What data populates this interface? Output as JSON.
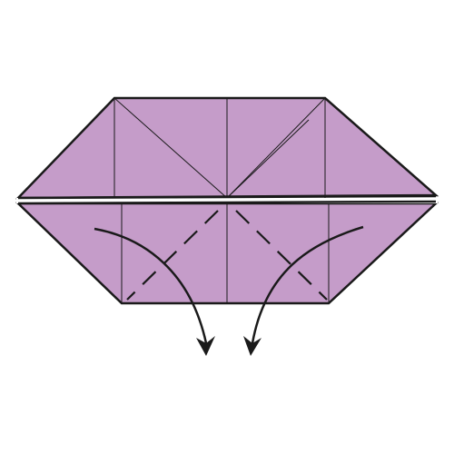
{
  "diagram": {
    "kind": "origami-fold-step",
    "paper_color": "#c59cc9",
    "line_color": "#1a1a1a",
    "background": "#ffffff",
    "upper_flap": {
      "crease_pattern": "double-X"
    },
    "lower_flap": {
      "valley_folds": 2,
      "fold_style": "dashed"
    },
    "arrows": {
      "count": 2,
      "direction": "down-and-inward",
      "icon": "curved-fold-arrow-icon"
    }
  }
}
